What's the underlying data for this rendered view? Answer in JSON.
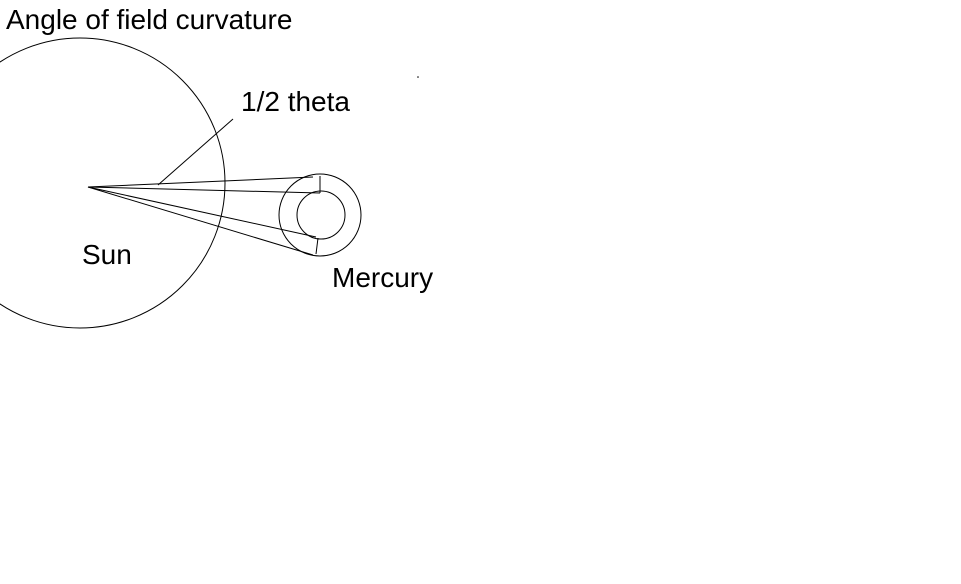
{
  "diagram": {
    "title": "Angle of field curvature",
    "labels": {
      "half_theta": "1/2 theta",
      "sun": "Sun",
      "mercury": "Mercury"
    },
    "colors": {
      "background": "#ffffff",
      "ink": "#000000"
    }
  }
}
